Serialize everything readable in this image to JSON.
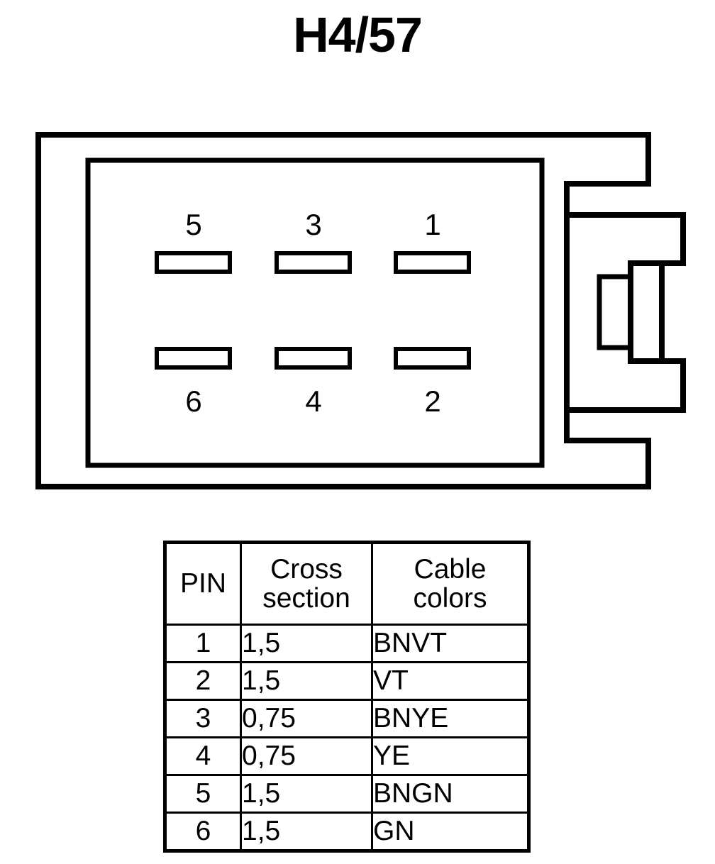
{
  "title": "H4/57",
  "connector": {
    "pin_labels_top": [
      "5",
      "3",
      "1"
    ],
    "pin_labels_bottom": [
      "6",
      "4",
      "2"
    ],
    "terminal_count": 6,
    "stroke_color": "#000000",
    "fill_color": "#ffffff"
  },
  "table": {
    "headers": {
      "pin": {
        "line1": "PIN",
        "line2": ""
      },
      "cross_section": {
        "line1": "Cross",
        "line2": "section"
      },
      "cable_colors": {
        "line1": "Cable",
        "line2": "colors"
      }
    },
    "rows": [
      {
        "pin": "1",
        "cross_section": "1,5",
        "cable_colors": "BNVT"
      },
      {
        "pin": "2",
        "cross_section": "1,5",
        "cable_colors": "VT"
      },
      {
        "pin": "3",
        "cross_section": "0,75",
        "cable_colors": "BNYE"
      },
      {
        "pin": "4",
        "cross_section": "0,75",
        "cable_colors": "YE"
      },
      {
        "pin": "5",
        "cross_section": "1,5",
        "cable_colors": "BNGN"
      },
      {
        "pin": "6",
        "cross_section": "1,5",
        "cable_colors": "GN"
      }
    ]
  }
}
